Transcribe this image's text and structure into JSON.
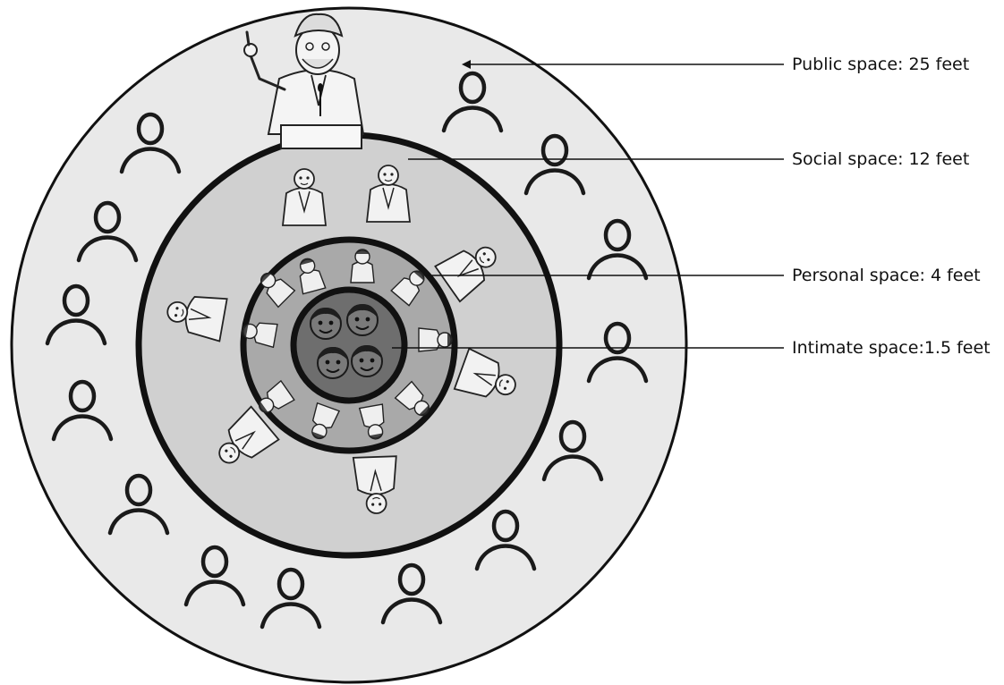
{
  "zones": [
    {
      "key": "public",
      "label": "Public space: 25 feet",
      "distance_feet": 25,
      "fill": "#e9e9e9"
    },
    {
      "key": "social",
      "label": "Social space: 12 feet",
      "distance_feet": 12,
      "fill": "#d0d0d0"
    },
    {
      "key": "personal",
      "label": "Personal space: 4 feet",
      "distance_feet": 4,
      "fill": "#a9a9a9"
    },
    {
      "key": "intimate",
      "label": "Intimate space:1.5 feet",
      "distance_feet": 1.5,
      "fill": "#6e6e6e"
    }
  ],
  "colors": {
    "stroke": "#111111",
    "person_outline": "#1a1a1a",
    "figure_fill": "#f2f2f2"
  },
  "icons": {
    "audience": "person-outline-icon",
    "speaker": "speaker-at-podium-icon",
    "social_people": "acquaintance-person-icon",
    "personal_people": "friend-person-icon",
    "intimate_people": "family-face-icon"
  }
}
